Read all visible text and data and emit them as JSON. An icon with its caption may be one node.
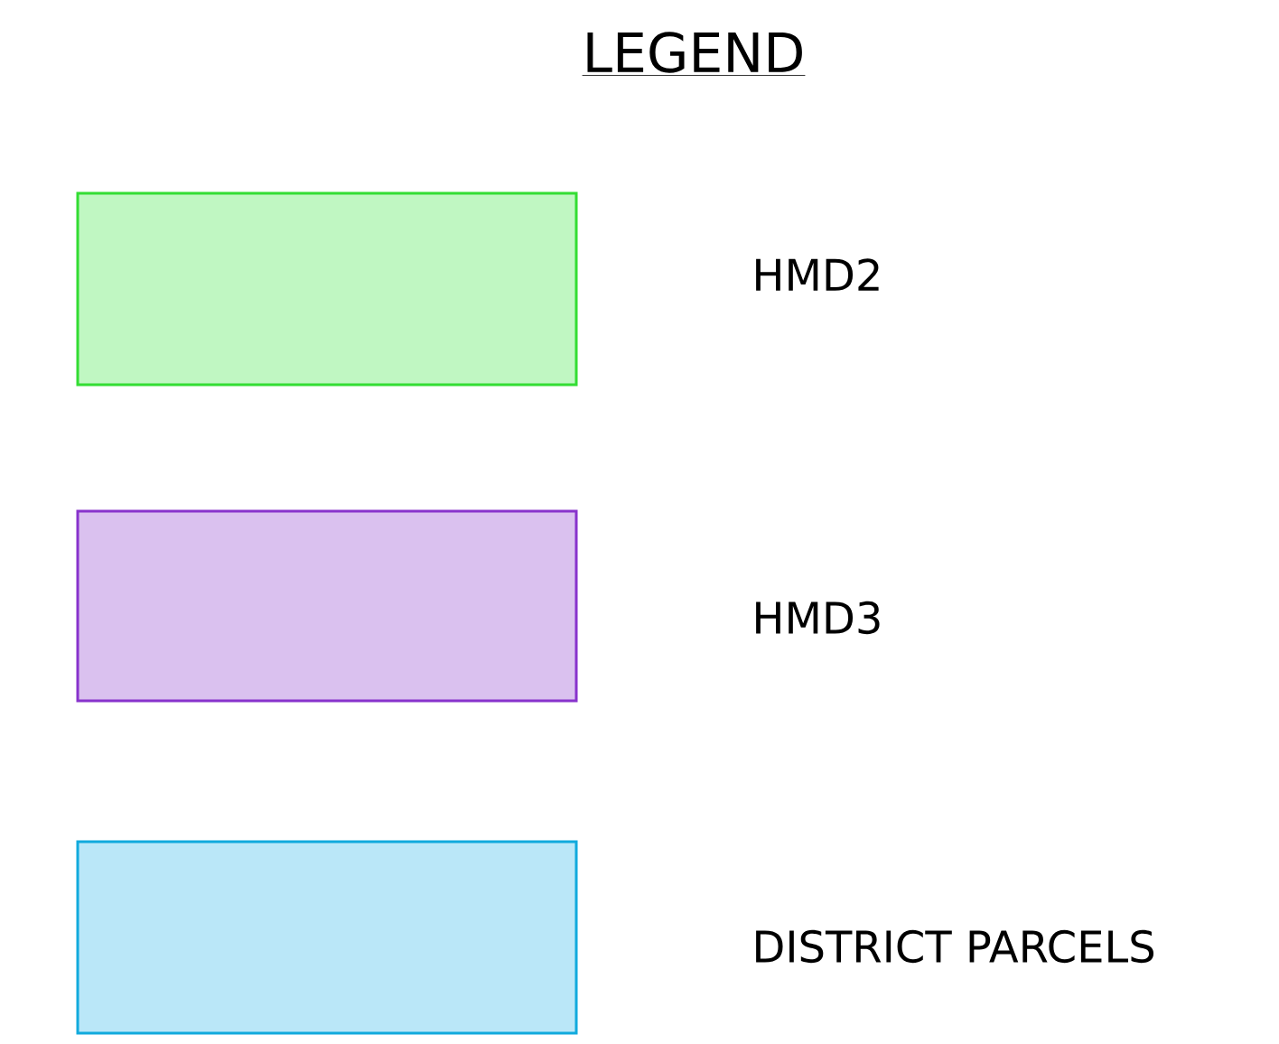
{
  "diagram": {
    "title": "LEGEND",
    "legend": [
      {
        "text": "HMD2",
        "color": "#c0f7c2"
      },
      {
        "text": "HMD3",
        "color": "#dac1ef"
      },
      {
        "text": "DISTRICT PARCELS",
        "color": "#bae7f8"
      }
    ]
  }
}
